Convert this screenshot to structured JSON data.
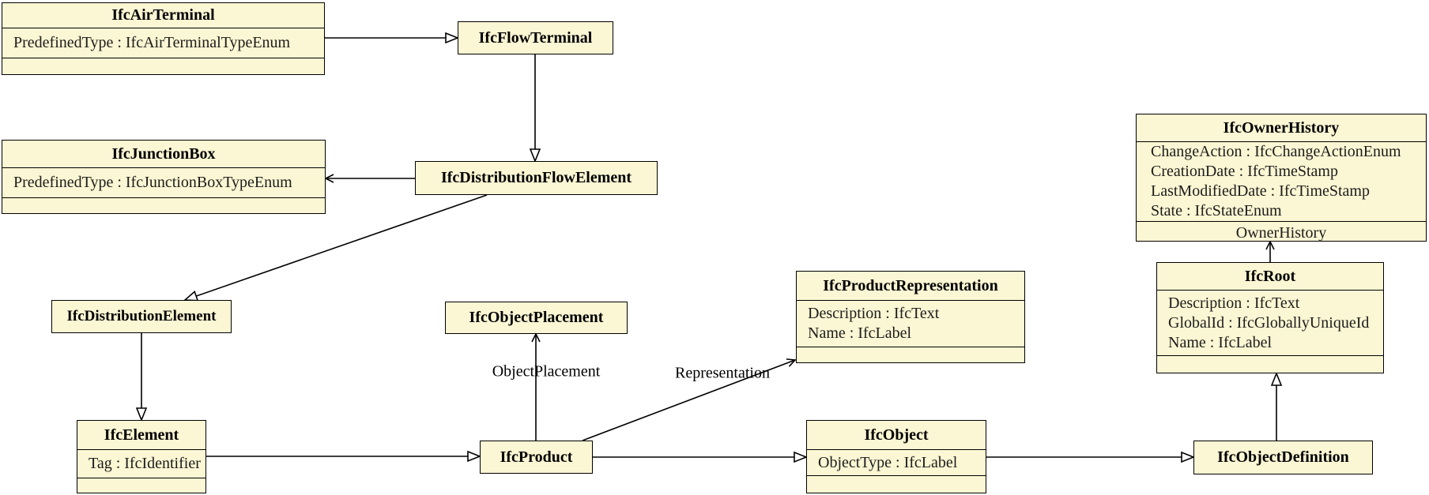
{
  "diagram": {
    "classes": {
      "ifcAirTerminal": {
        "title": "IfcAirTerminal",
        "attributes": [
          "PredefinedType : IfcAirTerminalTypeEnum"
        ]
      },
      "ifcFlowTerminal": {
        "title": "IfcFlowTerminal"
      },
      "ifcJunctionBox": {
        "title": "IfcJunctionBox",
        "attributes": [
          "PredefinedType : IfcJunctionBoxTypeEnum"
        ]
      },
      "ifcDistributionFlowElement": {
        "title": "IfcDistributionFlowElement"
      },
      "ifcOwnerHistory": {
        "title": "IfcOwnerHistory",
        "attributes": [
          "ChangeAction : IfcChangeActionEnum",
          "CreationDate : IfcTimeStamp",
          "LastModifiedDate : IfcTimeStamp",
          "State : IfcStateEnum"
        ],
        "footer": "OwnerHistory"
      },
      "ifcDistributionElement": {
        "title": "IfcDistributionElement"
      },
      "ifcObjectPlacement": {
        "title": "IfcObjectPlacement"
      },
      "ifcProductRepresentation": {
        "title": "IfcProductRepresentation",
        "attributes": [
          "Description : IfcText",
          "Name : IfcLabel"
        ]
      },
      "ifcRoot": {
        "title": "IfcRoot",
        "attributes": [
          "Description : IfcText",
          "GlobalId : IfcGloballyUniqueId",
          "Name : IfcLabel"
        ]
      },
      "ifcElement": {
        "title": "IfcElement",
        "attributes": [
          "Tag : IfcIdentifier"
        ]
      },
      "ifcProduct": {
        "title": "IfcProduct"
      },
      "ifcObject": {
        "title": "IfcObject",
        "attributes": [
          "ObjectType : IfcLabel"
        ]
      },
      "ifcObjectDefinition": {
        "title": "IfcObjectDefinition"
      }
    },
    "edge_labels": {
      "object_placement": "ObjectPlacement",
      "representation": "Representation"
    },
    "colors": {
      "box_fill": "#FBF6D3",
      "box_border": "#000000",
      "background": "#FFFFFF"
    }
  }
}
